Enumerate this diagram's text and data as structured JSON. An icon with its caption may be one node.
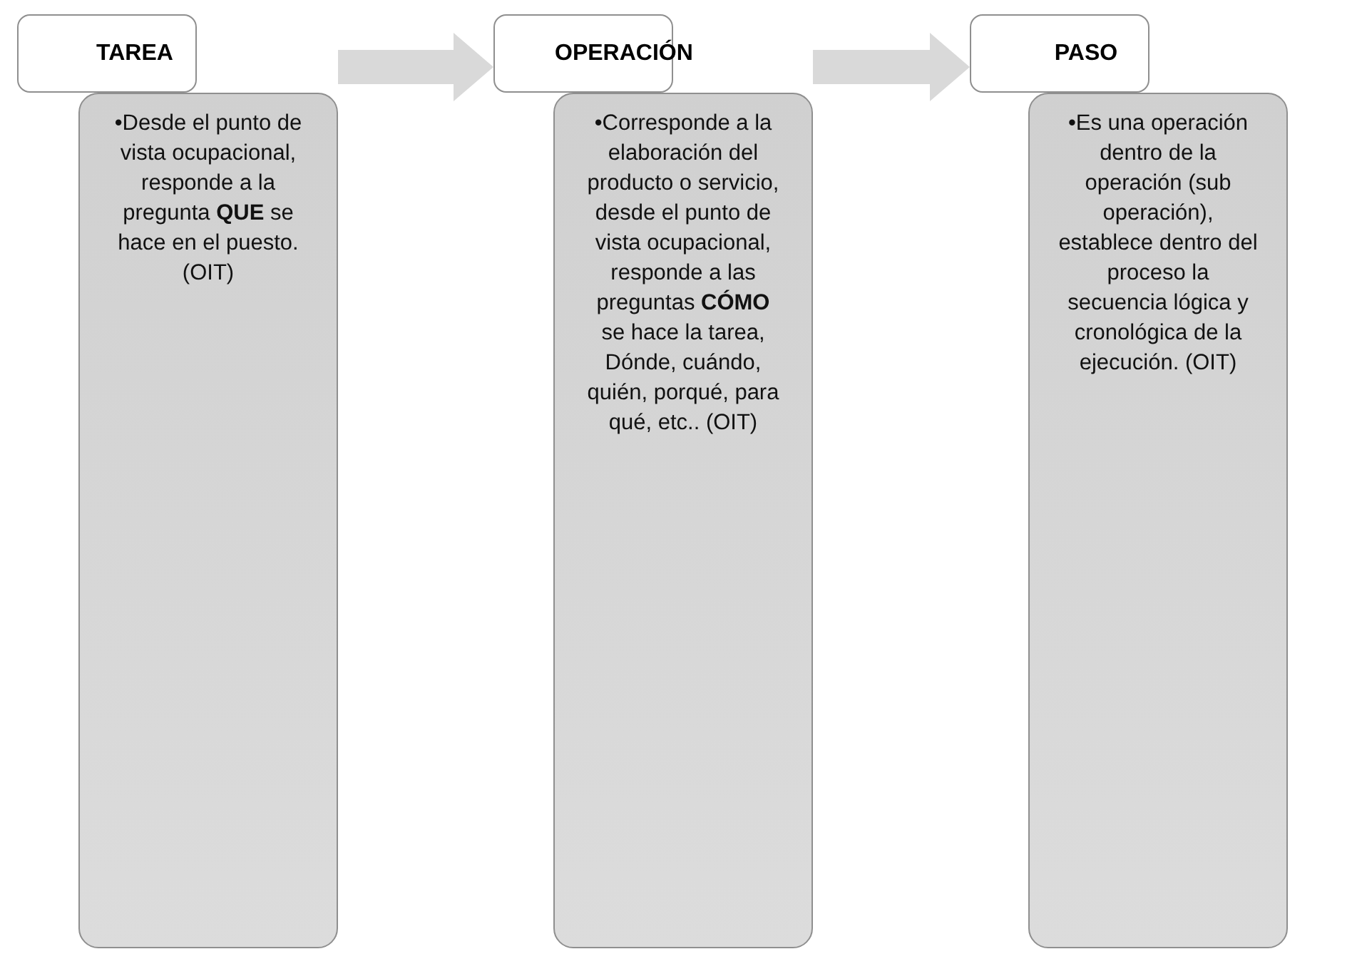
{
  "diagram": {
    "nodes": [
      {
        "text": [
          "TAREA"
        ]
      },
      {
        "text": [
          "•Desde el punto de vista ocupacional, responde a la pregunta **QUE** se hace en el puesto. (OIT)"
        ]
      },
      {
        "text": [
          "OPERACIÓN"
        ]
      },
      {
        "text": [
          "•Corresponde a la elaboración del producto o servicio, desde el punto de vista ocupacional, responde a las preguntas **CÓMO** se hace la tarea, Dónde, cuándo, quién, porqué, para qué, etc.. (OIT)"
        ]
      },
      {
        "text": [
          "PASO"
        ]
      },
      {
        "text": [
          "•Es una operación dentro de la operación (sub operación), establece dentro del proceso la secuencia lógica y cronológica de la ejecución. (OIT)"
        ]
      }
    ],
    "edges": [
      {
        "from": 1,
        "to": 2,
        "arrow": "to"
      },
      {
        "from": 3,
        "to": 4,
        "arrow": "to"
      }
    ]
  }
}
